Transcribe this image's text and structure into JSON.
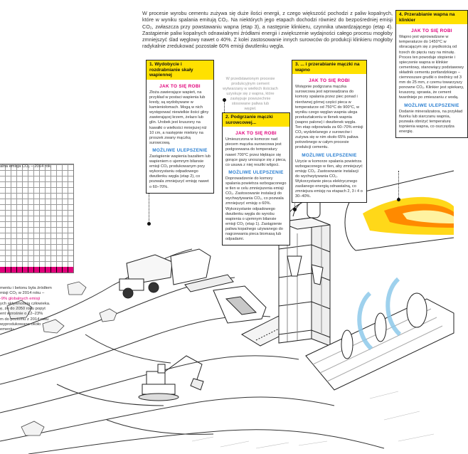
{
  "intro": {
    "text": "W procesie wyrobu cementu zużywa się duże ilości energii, z czego większość pochodzi z paliw kopalnych, które w wyniku spalania emitują CO₂. Na niektórych jego etapach dochodzi również do bezpośredniej emisji CO₂, zwłaszcza przy powstawaniu wapna (etap 3), a następnie klinkieru, czynnika utwardzającego (etap 4). Zastąpienie paliw kopalnych odnawialnymi źródłami energii i zwiększenie wydajności całego procesu mogłoby zmniejszyć ślad węglowy nawet o 40%. Z kolei zastosowanie innych surowców do produkcji klinkieru mogłoby radykalnie zredukować pozostałe 60% emisji dwutlenku węgla."
  },
  "side_left": {
    "top_label": "alna emisja CO₂ – 2014 rok.",
    "note_lines": [
      "mentu i betonu była źródłem",
      "misji CO₂ w 2014 roku –",
      "-9% globalnych emisji",
      "ych aktywnością człowieka.",
      "ę, że do 2050 roku popyt",
      "ent wzrośnie o 12–23%",
      "m do poziomu z 2014 roku",
      "wyprodukowano około",
      "ementu."
    ],
    "note_highlight_index": 2
  },
  "callout_gray": {
    "lines": [
      "W przedstawionym procesie",
      "produkcyjnym cement",
      "wytwarzany w wielkich ilościach",
      "uzyskuje się z wapna, które",
      "zastępuje powszechnie",
      "stosowane paliwa lub",
      "węgiel."
    ]
  },
  "labels": {
    "how": "JAK TO SIĘ ROBI",
    "improve": "MOŻLIWE ULEPSZENIE"
  },
  "steps": [
    {
      "title": "1. Wydobycie i rozdrabnianie skały wapiennej",
      "how": "Złoża zawierające wapień, na przykład w postaci wapienia lub kredy, są wydobywane w kamieniołomach. Mogą w nich występować niewielkie ilości gliny zawierającej krzem, żelazo lub glin. Urobek jest kruszony na kawałki o wielkości mniejszej niż 10 cm, a następnie mielony na proszek zwany mączką surowcową.",
      "improve": "Zastąpienie wapienia bazaltem lub wapieniem o ujemnym bilansie emisji CO₂ produkowanym przy wykorzystaniu odpadowego dwutlenku węgla (etap 2), co pozwala zmniejszyć emisję nawet o 60–70%."
    },
    {
      "title": "2. Podgrzanie mączki surowcowej...",
      "how": "Umieszczona w komorze nad piecem mączka surowcowa jest podgrzewana do temperatury nawet 700°C przez kłębiące się gorące gazy unoszące się z pieca, co usuwa z niej resztki wilgoci.",
      "improve": "Doprowadzenie do komory spalania powietrza wzbogaconego w tlen w celu zmniejszenia emisji CO₂. Zastosowanie instalacji do wychwytywania CO₂, co pozwala zmniejszyć emisję o 60%. Wykorzystanie odpadowego dwutlenku węgla do wyrobu wapienia o ujemnym bilansie emisji CO₂ (etap 1). Zastąpienie paliwa kopalnego używanego do nagrzewania pieca biomasą lub odpadami."
    },
    {
      "title": "3. ... i przerabianie mączki na wapno",
      "how": "Wstępnie podgrzana mączka surowcowa jest wprowadzana do komory spalania przez piec ponad i nierównej górnej części pieca w temperaturze od 750°C do 900°C, w wyniku czego węglan wapnia ulega przekształceniu w tlenek wapnia (wapno palone) i dwutlenek węgla. Ten etap odpowiada za 60–70% emisji CO₂ wydzielanego z surowców i zużywa się w nim około 65% paliwa potrzebnego w całym procesie produkcji cementu.",
      "improve": "Użycie w komorze spalania powietrza wzbogaconego w tlen, aby zmniejszyć emisję CO₂. Zastosowanie instalacji do wychwytywania CO₂. Wykorzystanie pieca elektrycznego zasilanego energią odnawialną, co zmniejsza emisję na etapach 2, 3 i 4 o 30–40%."
    },
    {
      "title": "4. Przerabianie wapna na klinkier",
      "how": "Wapno jest wprowadzane w temperaturze do 1450°C w obracającym się z prędkością od trzech do pięciu razy na minutę. Proces ten powoduje stopienie i spieczenie wapna w klinkier cementowy, stanowiący podstawowy składnik cementu portlandzkiego – ciemnoszare grudki o średnicy od 3 mm do 25 mm, z czemu towarzyszy ponowne CO₂. Klinkier jest spiekany, kruszony, sprawia, że cement twardnieje po zmieszaniu z wodą.",
      "improve": "Dodanie mineralizatora, na przykład fluorku lub siarczanu wapnia, pozwala obniżyć temperaturę topnienia wapna, co oszczędza energię."
    }
  ]
}
